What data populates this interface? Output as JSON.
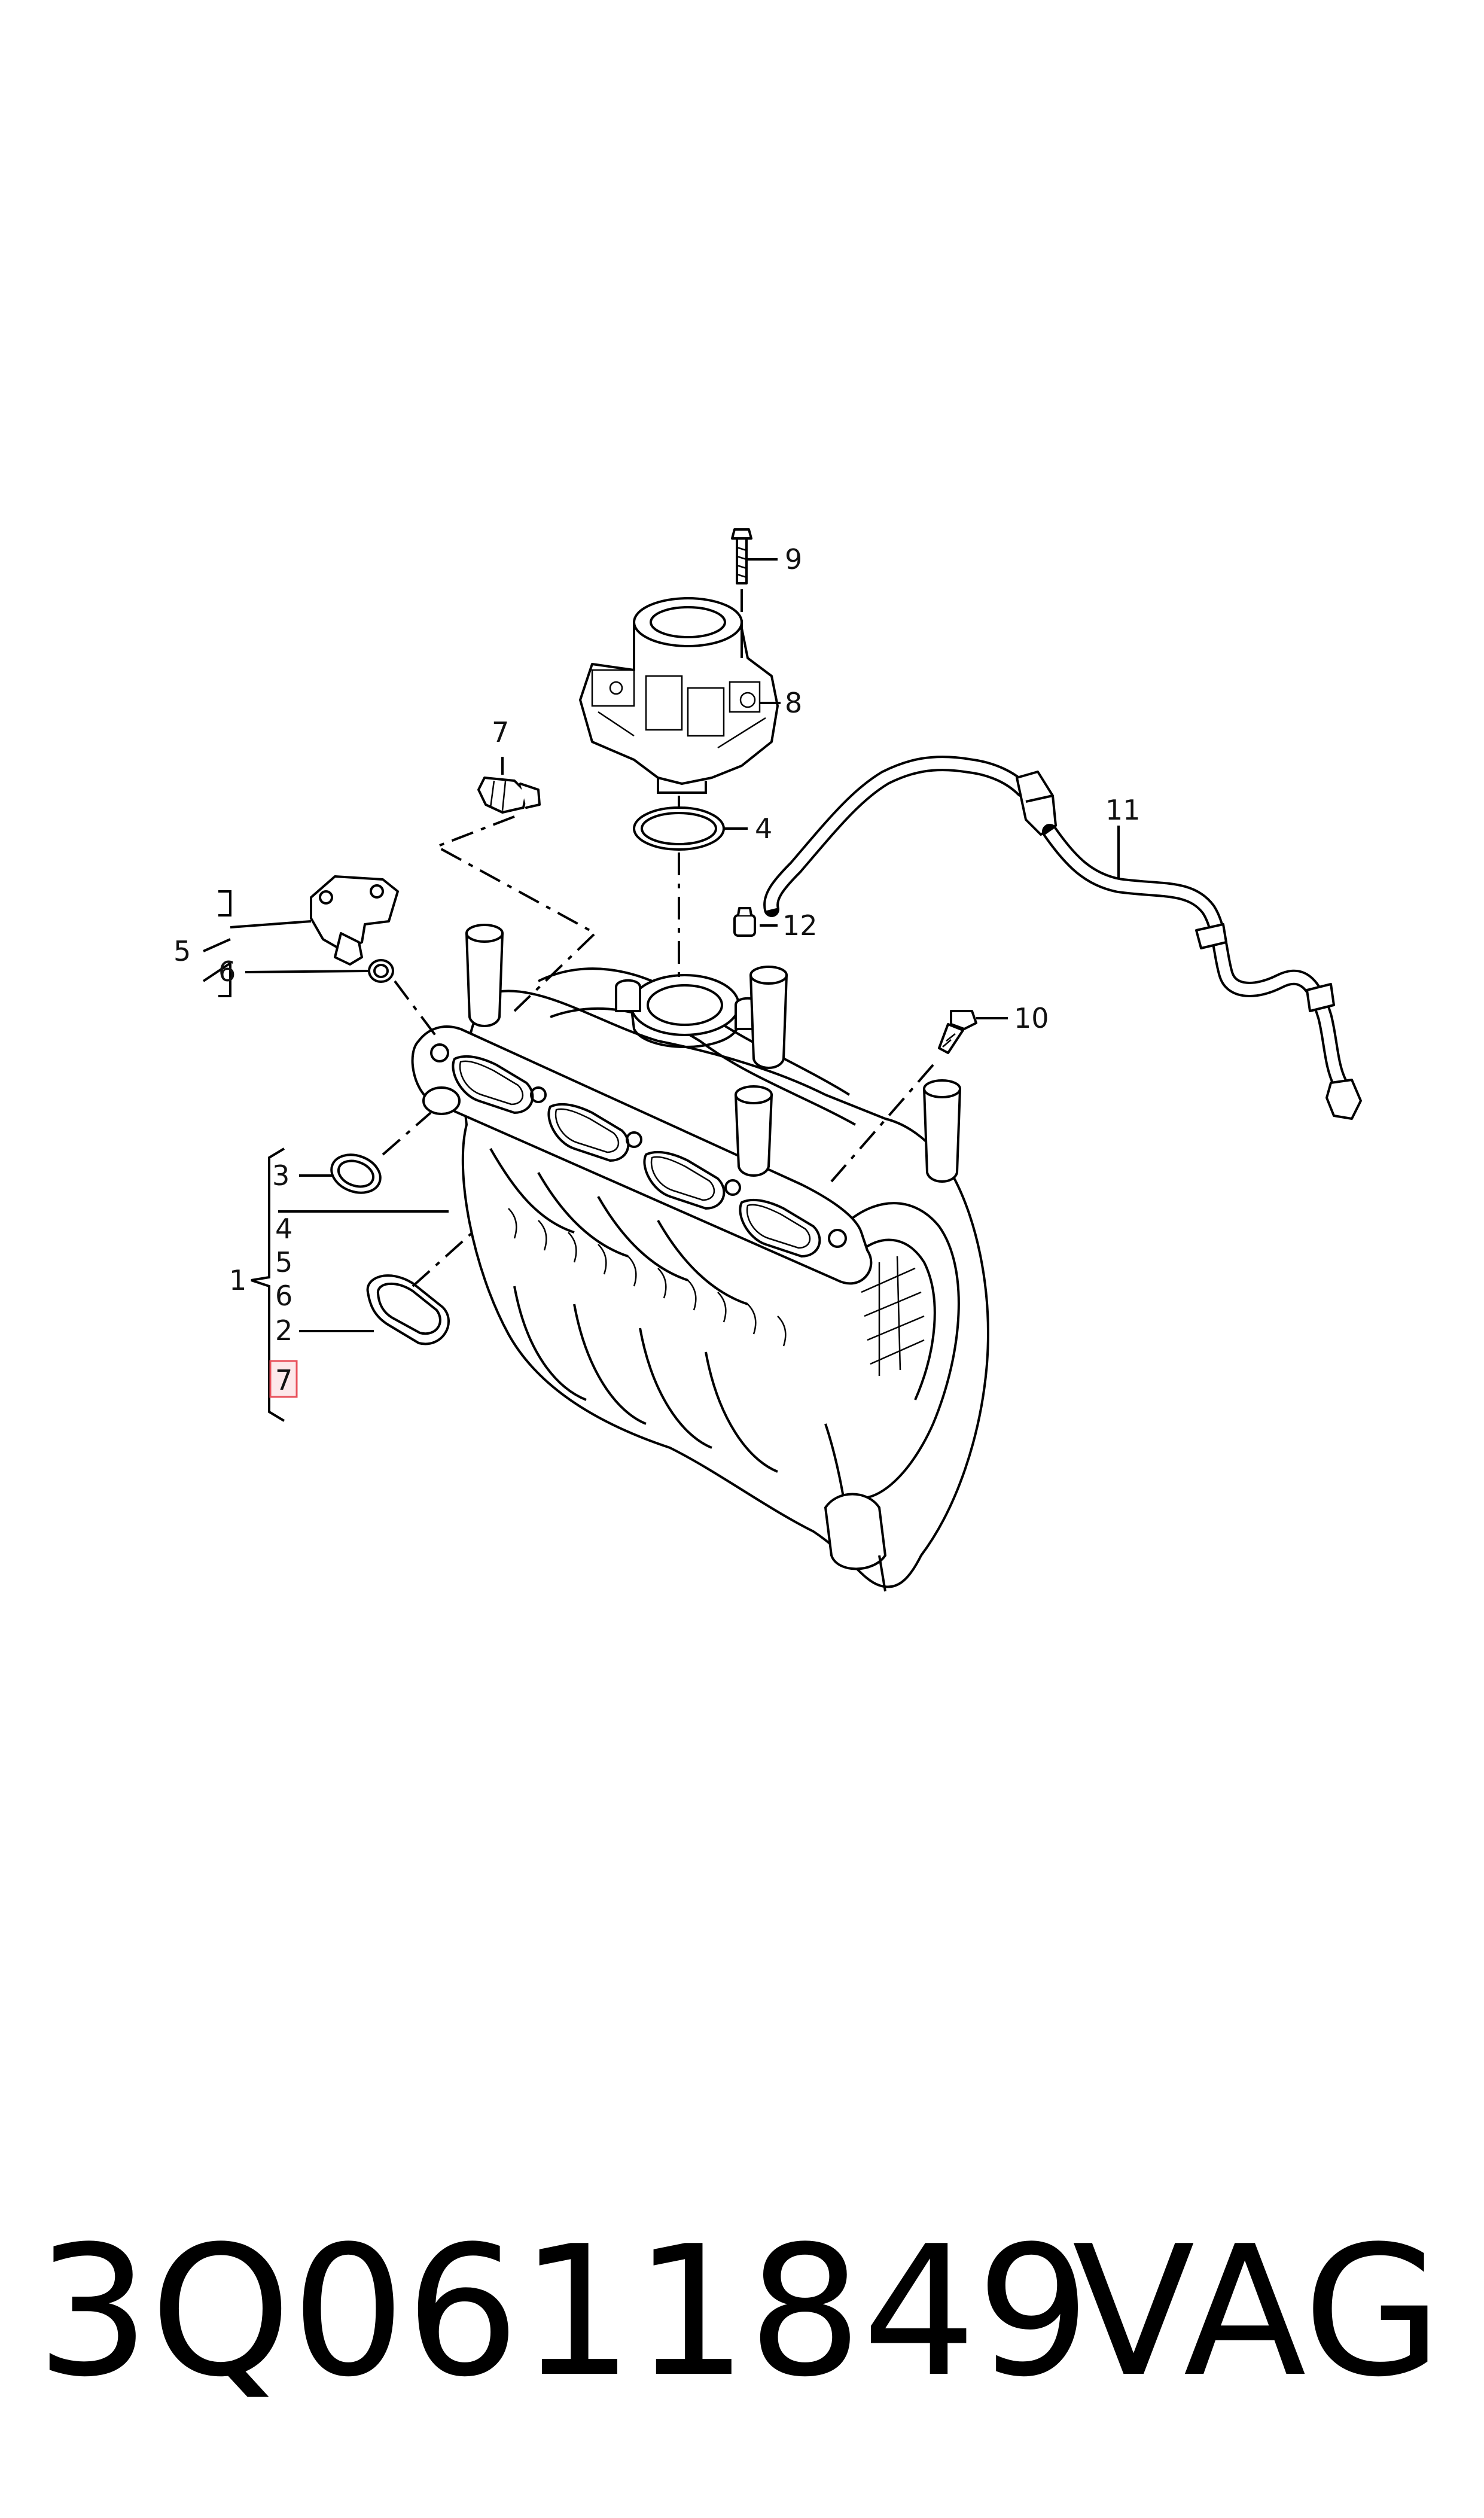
{
  "callouts": {
    "c1": "1",
    "c2": "2",
    "c3": "3",
    "c4": "4",
    "c5": "5",
    "c6": "6",
    "c7_top": "7",
    "c8": "8",
    "c9": "9",
    "c10": "10",
    "c11": "11",
    "c12": "12",
    "g4": "4",
    "g5": "5",
    "g6": "6",
    "g2": "2",
    "g7": "7"
  },
  "highlight_color": "#e8505b",
  "footer": {
    "part_number": "3Q0611849",
    "brand": "VAG"
  }
}
